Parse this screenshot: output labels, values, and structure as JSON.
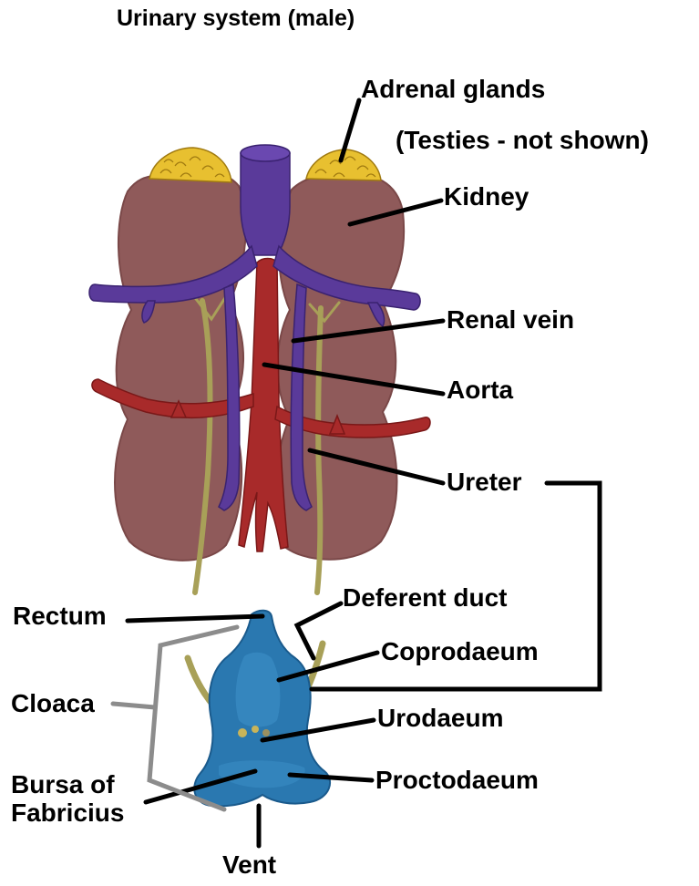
{
  "title": "Urinary system (male)",
  "labels": {
    "adrenal_glands": "Adrenal glands",
    "testes_note": "(Testies - not shown)",
    "kidney": "Kidney",
    "renal_vein": "Renal vein",
    "aorta": "Aorta",
    "ureter": "Ureter",
    "rectum": "Rectum",
    "deferent_duct": "Deferent duct",
    "coprodaeum": "Coprodaeum",
    "cloaca": "Cloaca",
    "urodaeum": "Urodaeum",
    "bursa_line1": "Bursa of",
    "bursa_line2": "Fabricius",
    "proctodaeum": "Proctodaeum",
    "vent": "Vent"
  },
  "colors": {
    "kidney": "#8f5a5a",
    "kidney_edge": "#7a4848",
    "adrenal": "#e8c030",
    "vein": "#5a3a9a",
    "aorta": "#a82a2a",
    "ureter": "#a8a058",
    "cloaca": "#2a78b0",
    "cloaca_light": "#3a8cc4",
    "leader_black": "#000000",
    "leader_gray": "#8c8c8c"
  }
}
